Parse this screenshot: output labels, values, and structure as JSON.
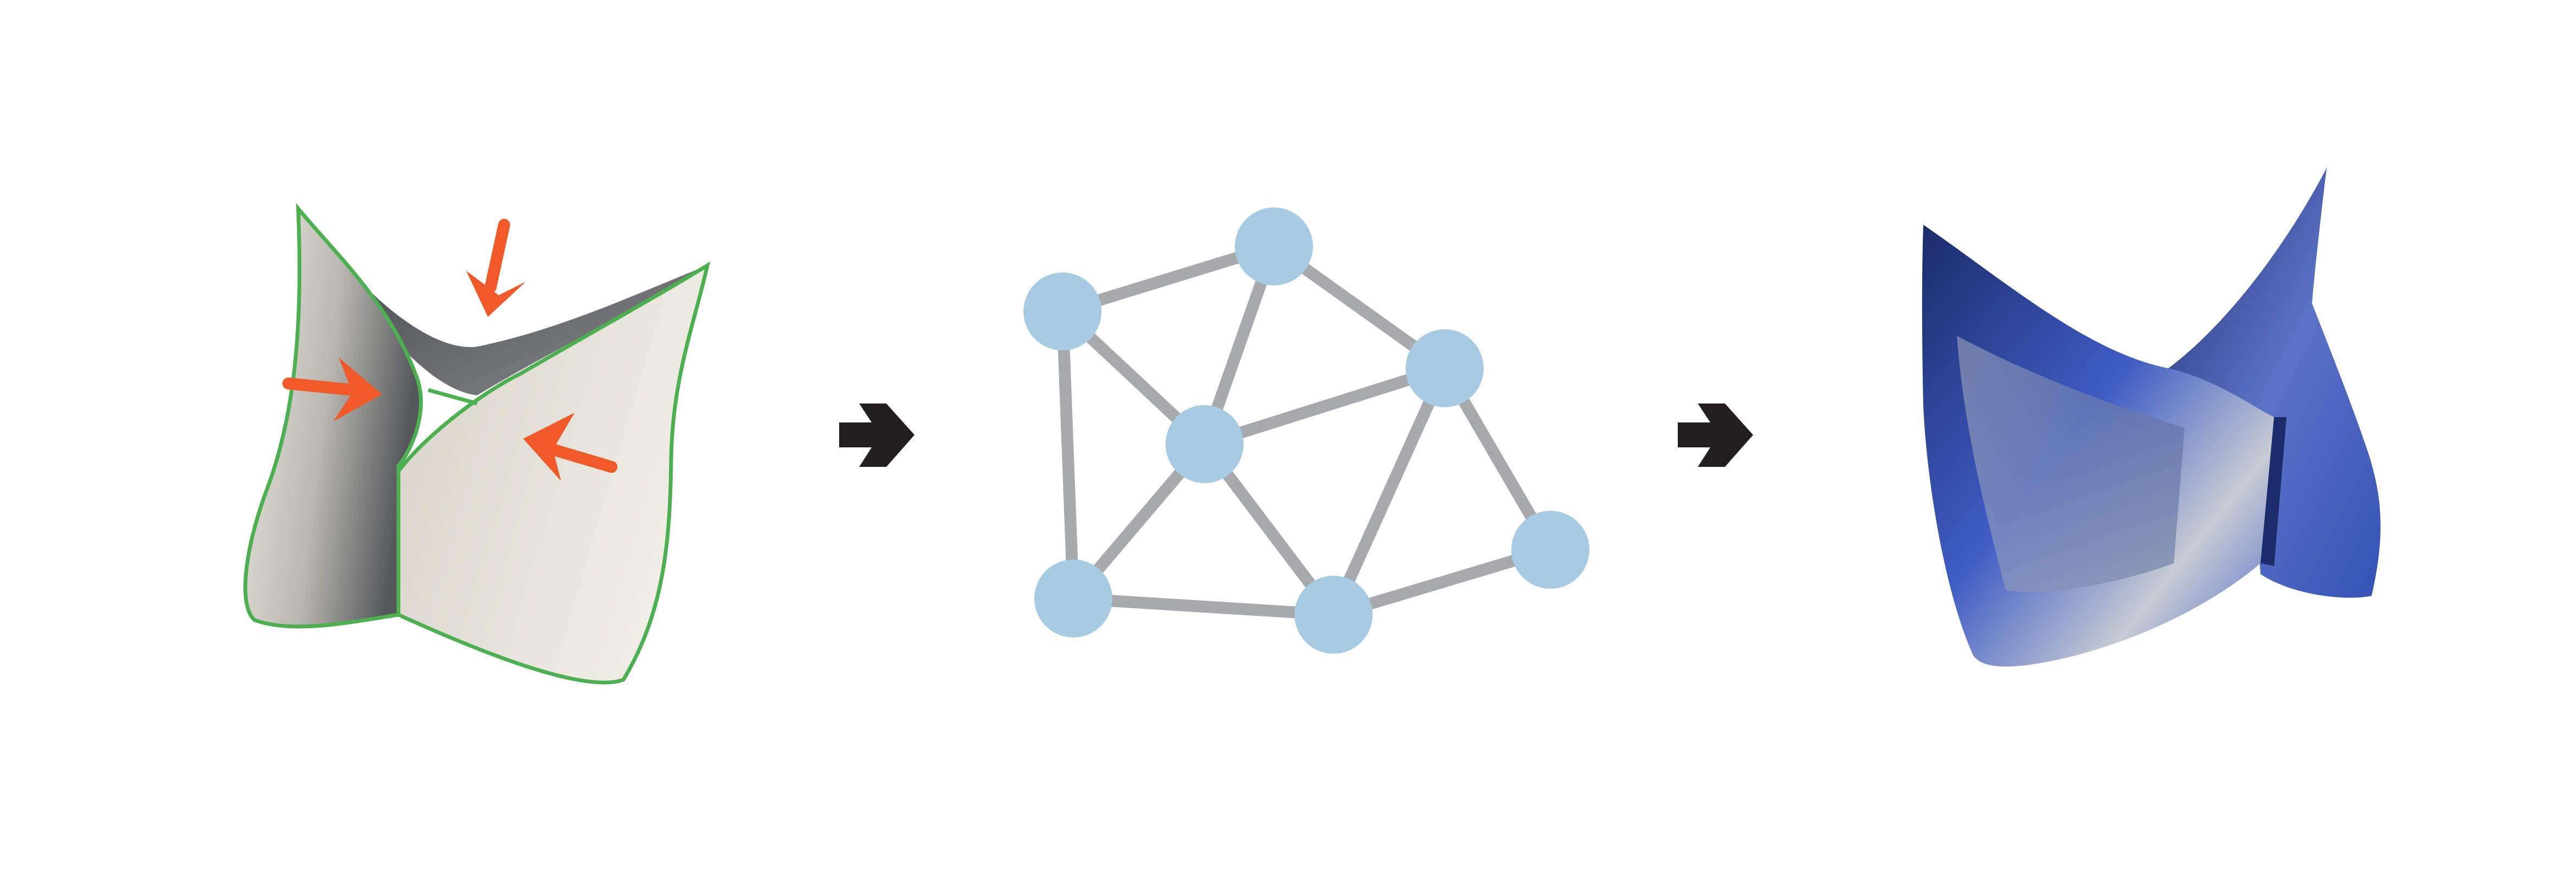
{
  "colors": {
    "background": "#ffffff",
    "surface_light": "#eeebe3",
    "surface_mid": "#b9b7b0",
    "surface_dark": "#55575b",
    "boundary": "#4caf50",
    "force_arrow": "#f05a28",
    "step_arrow": "#231f20",
    "graph_node": "#a6cbe3",
    "graph_edge": "#a7a9ac",
    "result_dark": "#1c2c6a",
    "result_mid": "#3f5cc4",
    "result_light": "#c6cbd4"
  },
  "panels": [
    {
      "name": "input-surface",
      "icon": "curved-surface-with-pressure-arrows"
    },
    {
      "name": "graph-network",
      "icon": "node-edge-graph"
    },
    {
      "name": "output-surface",
      "icon": "predicted-deformed-surface"
    }
  ],
  "arrows": [
    {
      "name": "step-arrow-1",
      "icon": "right-chevron-arrow"
    },
    {
      "name": "step-arrow-2",
      "icon": "right-chevron-arrow"
    }
  ],
  "graph": {
    "node_count": 7,
    "edges": [
      [
        0,
        1
      ],
      [
        0,
        3
      ],
      [
        0,
        4
      ],
      [
        1,
        3
      ],
      [
        1,
        2
      ],
      [
        2,
        3
      ],
      [
        2,
        5
      ],
      [
        2,
        6
      ],
      [
        3,
        4
      ],
      [
        3,
        5
      ],
      [
        4,
        5
      ],
      [
        5,
        6
      ]
    ]
  }
}
